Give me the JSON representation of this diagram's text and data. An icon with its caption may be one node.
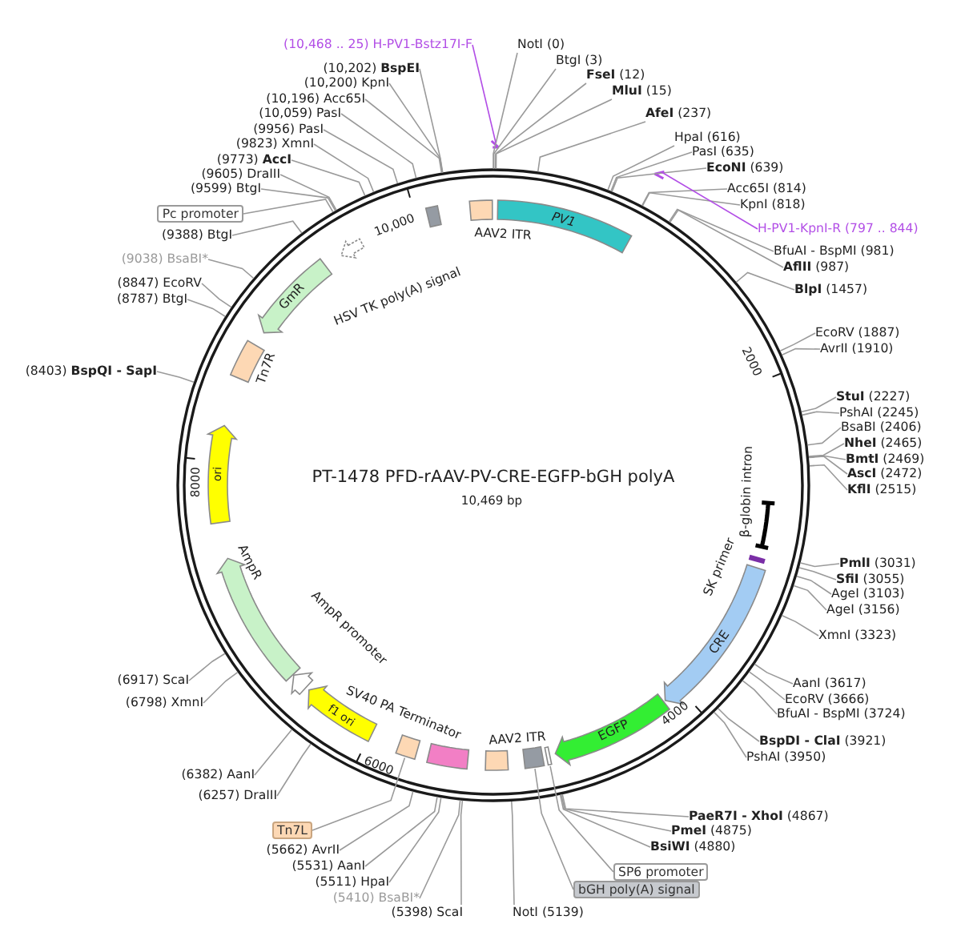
{
  "diagram": {
    "title": "PT-1478 PFD-rAAV-PV-CRE-EGFP-bGH polyA",
    "nodes": [
      {
        "text": [
          "NotI (0)"
        ]
      },
      {
        "text": [
          "BtgI (3)"
        ]
      },
      {
        "text": [
          "**FseI** (12)"
        ]
      },
      {
        "text": [
          "**MluI** (15)"
        ]
      },
      {
        "text": [
          "**AfeI** (237)"
        ]
      },
      {
        "text": [
          "HpaI (616)"
        ]
      },
      {
        "text": [
          "PasI (635)"
        ]
      },
      {
        "text": [
          "**EcoNI** (639)"
        ]
      },
      {
        "text": [
          "Acc65I (814)"
        ]
      },
      {
        "text": [
          "KpnI (818)"
        ]
      },
      {
        "text": [
          "H-PV1-KpnI-R (797 .. 844)"
        ]
      },
      {
        "text": [
          "BfuAI - BspMI (981)"
        ]
      },
      {
        "text": [
          "**AflII** (987)"
        ]
      },
      {
        "text": [
          "**BlpI** (1457)"
        ]
      },
      {
        "text": [
          "EcoRV (1887)"
        ]
      },
      {
        "text": [
          "AvrII (1910)"
        ]
      },
      {
        "text": [
          "**StuI** (2227)"
        ]
      },
      {
        "text": [
          "PshAI (2245)"
        ]
      },
      {
        "text": [
          "BsaBI (2406)"
        ]
      },
      {
        "text": [
          "**NheI** (2465)"
        ]
      },
      {
        "text": [
          "**BmtI** (2469)"
        ]
      },
      {
        "text": [
          "**AscI** (2472)"
        ]
      },
      {
        "text": [
          "**KflI** (2515)"
        ]
      },
      {
        "text": [
          "**PmlI** (3031)"
        ]
      },
      {
        "text": [
          "**SfiI** (3055)"
        ]
      },
      {
        "text": [
          "AgeI (3103)"
        ]
      },
      {
        "text": [
          "AgeI (3156)"
        ]
      },
      {
        "text": [
          "XmnI (3323)"
        ]
      },
      {
        "text": [
          "AanI (3617)"
        ]
      },
      {
        "text": [
          "EcoRV (3666)"
        ]
      },
      {
        "text": [
          "BfuAI - BspMI (3724)"
        ]
      },
      {
        "text": [
          "**BspDI - ClaI** (3921)"
        ]
      },
      {
        "text": [
          "PshAI (3950)"
        ]
      },
      {
        "text": [
          "**PaeR7I - XhoI** (4867)"
        ]
      },
      {
        "text": [
          "**PmeI** (4875)"
        ]
      },
      {
        "text": [
          "**BsiWI** (4880)"
        ]
      },
      {
        "text": [
          "SP6 promoter"
        ]
      },
      {
        "text": [
          "bGH poly(A) signal"
        ]
      },
      {
        "text": [
          "NotI (5139)"
        ]
      },
      {
        "text": [
          "(5398) ScaI"
        ]
      },
      {
        "text": [
          "(5410) BsaBI*"
        ]
      },
      {
        "text": [
          "(5511) HpaI"
        ]
      },
      {
        "text": [
          "(5531) AanI"
        ]
      },
      {
        "text": [
          "(5662) AvrII"
        ]
      },
      {
        "text": [
          "Tn7L"
        ]
      },
      {
        "text": [
          "(6257) DraIII"
        ]
      },
      {
        "text": [
          "(6382) AanI"
        ]
      },
      {
        "text": [
          "(6798) XmnI"
        ]
      },
      {
        "text": [
          "(6917) ScaI"
        ]
      },
      {
        "text": [
          "(8403) **BspQI - SapI**"
        ]
      },
      {
        "text": [
          "(8787) BtgI"
        ]
      },
      {
        "text": [
          "(8847) EcoRV"
        ]
      },
      {
        "text": [
          "(9038) BsaBI*"
        ]
      },
      {
        "text": [
          "(9388) BtgI"
        ]
      },
      {
        "text": [
          "Pc promoter"
        ]
      },
      {
        "text": [
          "(9599) BtgI"
        ]
      },
      {
        "text": [
          "(9605) DraIII"
        ]
      },
      {
        "text": [
          "(9773) **AccI**"
        ]
      },
      {
        "text": [
          "(9823) XmnI"
        ]
      },
      {
        "text": [
          "(9956) PasI"
        ]
      },
      {
        "text": [
          "(10,059) PasI"
        ]
      },
      {
        "text": [
          "(10,196) Acc65I"
        ]
      },
      {
        "text": [
          "(10,200) KpnI"
        ]
      },
      {
        "text": [
          "(10,202) **BspEI**"
        ]
      },
      {
        "text": [
          "(10,468 .. 25) H-PV1-Bstz17I-F"
        ]
      },
      {
        "text": [
          "AAV2 ITR"
        ]
      },
      {
        "text": [
          "PV1"
        ]
      },
      {
        "text": [
          "β-globin intron"
        ]
      },
      {
        "text": [
          "SK primer"
        ]
      },
      {
        "text": [
          "CRE"
        ]
      },
      {
        "text": [
          "EGFP"
        ]
      },
      {
        "text": [
          "AAV2 ITR"
        ]
      },
      {
        "text": [
          "SV40 PA Terminator"
        ]
      },
      {
        "text": [
          "f1 ori"
        ]
      },
      {
        "text": [
          "AmpR promoter"
        ]
      },
      {
        "text": [
          "AmpR"
        ]
      },
      {
        "text": [
          "ori"
        ]
      },
      {
        "text": [
          "Tn7R"
        ]
      },
      {
        "text": [
          "GmR"
        ]
      },
      {
        "text": [
          "HSV TK poly(A) signal"
        ]
      },
      {
        "text": [],
        "shape": "box"
      },
      {
        "text": [],
        "shape": "box"
      },
      {
        "text": [],
        "shape": "bar"
      },
      {
        "text": [],
        "shape": "box"
      },
      {
        "text": [],
        "shape": "bar"
      },
      {
        "text": [],
        "shape": "bar"
      }
    ],
    "edges": [
      {
        "from": 0,
        "to": null,
        "arrow": "none"
      },
      {
        "from": 1,
        "to": null,
        "arrow": "none"
      },
      {
        "from": 2,
        "to": null,
        "arrow": "none"
      },
      {
        "from": 3,
        "to": null,
        "arrow": "none"
      },
      {
        "from": 4,
        "to": null,
        "arrow": "none"
      },
      {
        "from": 5,
        "to": null,
        "arrow": "none"
      },
      {
        "from": 6,
        "to": null,
        "arrow": "none"
      },
      {
        "from": 7,
        "to": null,
        "arrow": "none"
      },
      {
        "from": 8,
        "to": null,
        "arrow": "none"
      },
      {
        "from": 9,
        "to": null,
        "arrow": "none"
      },
      {
        "from": 10,
        "to": 85,
        "arrow": "none",
        "color": "#b24ee6"
      },
      {
        "from": 11,
        "to": null,
        "arrow": "none"
      },
      {
        "from": 12,
        "to": null,
        "arrow": "none"
      },
      {
        "from": 13,
        "to": null,
        "arrow": "none"
      },
      {
        "from": 14,
        "to": null,
        "arrow": "none"
      },
      {
        "from": 15,
        "to": null,
        "arrow": "none"
      },
      {
        "from": 16,
        "to": null,
        "arrow": "none"
      },
      {
        "from": 17,
        "to": null,
        "arrow": "none"
      },
      {
        "from": 18,
        "to": null,
        "arrow": "none"
      },
      {
        "from": 19,
        "to": null,
        "arrow": "none"
      },
      {
        "from": 20,
        "to": null,
        "arrow": "none"
      },
      {
        "from": 21,
        "to": null,
        "arrow": "none"
      },
      {
        "from": 22,
        "to": null,
        "arrow": "none"
      },
      {
        "from": 23,
        "to": null,
        "arrow": "none"
      },
      {
        "from": 24,
        "to": null,
        "arrow": "none"
      },
      {
        "from": 25,
        "to": null,
        "arrow": "none"
      },
      {
        "from": 26,
        "to": null,
        "arrow": "none"
      },
      {
        "from": 27,
        "to": null,
        "arrow": "none"
      },
      {
        "from": 28,
        "to": null,
        "arrow": "none"
      },
      {
        "from": 29,
        "to": null,
        "arrow": "none"
      },
      {
        "from": 30,
        "to": null,
        "arrow": "none"
      },
      {
        "from": 31,
        "to": null,
        "arrow": "none"
      },
      {
        "from": 32,
        "to": null,
        "arrow": "none"
      },
      {
        "from": 33,
        "to": null,
        "arrow": "none"
      },
      {
        "from": 34,
        "to": null,
        "arrow": "none"
      },
      {
        "from": 35,
        "to": null,
        "arrow": "none"
      },
      {
        "from": 36,
        "to": 82,
        "arrow": "none"
      },
      {
        "from": 37,
        "to": 81,
        "arrow": "none"
      },
      {
        "from": 38,
        "to": null,
        "arrow": "none"
      },
      {
        "from": 39,
        "to": null,
        "arrow": "none"
      },
      {
        "from": 40,
        "to": null,
        "arrow": "none"
      },
      {
        "from": 41,
        "to": null,
        "arrow": "none"
      },
      {
        "from": 42,
        "to": null,
        "arrow": "none"
      },
      {
        "from": 43,
        "to": null,
        "arrow": "none"
      },
      {
        "from": 44,
        "to": 83,
        "arrow": "none"
      },
      {
        "from": 45,
        "to": null,
        "arrow": "none"
      },
      {
        "from": 46,
        "to": null,
        "arrow": "none"
      },
      {
        "from": 47,
        "to": null,
        "arrow": "none"
      },
      {
        "from": 48,
        "to": null,
        "arrow": "none"
      },
      {
        "from": 49,
        "to": null,
        "arrow": "none"
      },
      {
        "from": 50,
        "to": null,
        "arrow": "none"
      },
      {
        "from": 51,
        "to": null,
        "arrow": "none"
      },
      {
        "from": 52,
        "to": null,
        "arrow": "none"
      },
      {
        "from": 53,
        "to": null,
        "arrow": "none"
      },
      {
        "from": 54,
        "to": null,
        "arrow": "none"
      },
      {
        "from": 55,
        "to": null,
        "arrow": "none"
      },
      {
        "from": 56,
        "to": null,
        "arrow": "none"
      },
      {
        "from": 57,
        "to": null,
        "arrow": "none"
      },
      {
        "from": 58,
        "to": null,
        "arrow": "none"
      },
      {
        "from": 59,
        "to": null,
        "arrow": "none"
      },
      {
        "from": 60,
        "to": null,
        "arrow": "none"
      },
      {
        "from": 61,
        "to": null,
        "arrow": "none"
      },
      {
        "from": 62,
        "to": null,
        "arrow": "none"
      },
      {
        "from": 63,
        "to": null,
        "arrow": "none"
      },
      {
        "from": 64,
        "to": 84,
        "arrow": "none",
        "color": "#b24ee6"
      }
    ],
    "labels": [
      "10,000",
      "2000",
      "8000",
      "10,469 bp",
      "4000",
      "6000"
    ]
  }
}
